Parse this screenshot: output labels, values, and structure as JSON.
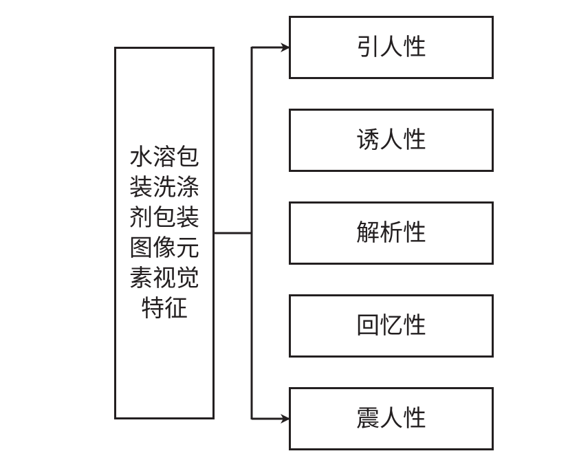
{
  "diagram": {
    "source": {
      "label": "水溶包装洗涤剂包装图像元素视觉特征"
    },
    "targets": [
      {
        "label": "引人性"
      },
      {
        "label": "诱人性"
      },
      {
        "label": "解析性"
      },
      {
        "label": "回忆性"
      },
      {
        "label": "震人性"
      }
    ],
    "colors": {
      "stroke": "#231f20",
      "background": "#ffffff"
    }
  }
}
